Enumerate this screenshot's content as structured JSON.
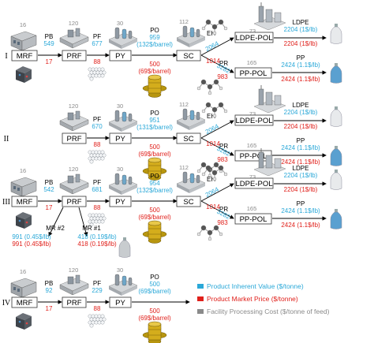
{
  "colors": {
    "inherent": "#2aa8d8",
    "market": "#e0201b",
    "processing": "#8a8a8a"
  },
  "icons": [
    "building-icon",
    "bale-icon",
    "pellet-pile-icon",
    "factory-icon",
    "oil-barrel-icon",
    "molecule-icon",
    "refinery-icon",
    "bottle-icon"
  ],
  "rows": [
    {
      "roman": "I",
      "mrf": {
        "label": "MRF",
        "cost": "16"
      },
      "pb": {
        "label": "PB",
        "value": "549",
        "market": "17"
      },
      "prf": {
        "label": "PRF",
        "cost": "120"
      },
      "pf": {
        "label": "PF",
        "value": "677",
        "market": "88"
      },
      "py": {
        "label": "PY",
        "cost": "30"
      },
      "po": {
        "label": "PO",
        "value": "959",
        "value_note": "(132$/barrel)",
        "market": "500",
        "market_note": "(69$/barrel)"
      },
      "sc": {
        "label": "SC",
        "cost": "112"
      },
      "eh": {
        "label": "EH",
        "value": "2064",
        "market": "1014"
      },
      "pr": {
        "label": "PR",
        "value": "3282",
        "market": "983"
      },
      "ldpe": {
        "label": "LDPE-POL",
        "cost": "73",
        "product": "LDPE",
        "value": "2204 (1$/lb)",
        "market": "2204 (1$/lb)"
      },
      "pp": {
        "label": "PP-POL",
        "cost": "165",
        "product": "PP",
        "value": "2424 (1.1$/lb)",
        "market": "2424 (1.1$/lb)"
      }
    },
    {
      "roman": "II",
      "prf": {
        "label": "PRF",
        "cost": "120"
      },
      "pf": {
        "label": "PF",
        "value": "670",
        "market": "88"
      },
      "py": {
        "label": "PY",
        "cost": "30"
      },
      "po": {
        "label": "PO",
        "value": "951",
        "value_note": "(131$/barrel)",
        "market": "500",
        "market_note": "(69$/barrel)"
      },
      "sc": {
        "label": "SC",
        "cost": "112"
      },
      "eh": {
        "label": "EH",
        "value": "2064",
        "market": "1014"
      },
      "pr": {
        "label": "PR",
        "value": "3282",
        "market": "983"
      },
      "ldpe": {
        "label": "LDPE-POL",
        "cost": "73",
        "product": "LDPE",
        "value": "2204 (1$/lb)",
        "market": "2204 (1$/lb)"
      },
      "pp": {
        "label": "PP-POL",
        "cost": "165",
        "product": "PP",
        "value": "2424 (1.1$/lb)",
        "market": "2424 (1.1$/lb)"
      }
    },
    {
      "roman": "III",
      "mrf": {
        "label": "MRF",
        "cost": "16"
      },
      "pb": {
        "label": "PB",
        "value": "542",
        "market": "17"
      },
      "prf": {
        "label": "PRF",
        "cost": "120"
      },
      "pf": {
        "label": "PF",
        "value": "681",
        "market": "88"
      },
      "py": {
        "label": "PY",
        "cost": "30"
      },
      "po": {
        "label": "PO",
        "value": "954",
        "value_note": "(132$/barrel)",
        "market": "500",
        "market_note": "(69$/barrel)"
      },
      "sc": {
        "label": "SC",
        "cost": "112"
      },
      "eh": {
        "label": "EH",
        "value": "2064",
        "market": "1014"
      },
      "pr": {
        "label": "PR",
        "value": "3282",
        "market": "983"
      },
      "ldpe": {
        "label": "LDPE-POL",
        "cost": "73",
        "product": "LDPE",
        "value": "2204 (1$/lb)",
        "market": "2204 (1$/lb)"
      },
      "pp": {
        "label": "PP-POL",
        "cost": "165",
        "product": "PP",
        "value": "2424 (1.1$/lb)",
        "market": "2424 (1.1$/lb)"
      },
      "mr2": {
        "label": "MR #2",
        "value": "991 (0.45$/lb)",
        "market": "991 (0.45$/lb)"
      },
      "mr1": {
        "label": "MR #1",
        "value": "418 (0.19$/lb)",
        "market": "418 (0.19$/lb)"
      }
    },
    {
      "roman": "IV",
      "mrf": {
        "label": "MRF",
        "cost": "16"
      },
      "pb": {
        "label": "PB",
        "value": "92",
        "market": "17"
      },
      "prf": {
        "label": "PRF",
        "cost": "120"
      },
      "pf": {
        "label": "PF",
        "value": "229",
        "market": "88"
      },
      "py": {
        "label": "PY",
        "cost": "30"
      },
      "po": {
        "label": "PO",
        "value": "500",
        "value_note": "(69$/barrel)",
        "market": "500",
        "market_note": "(69$/barrel)"
      }
    }
  ],
  "legend": [
    {
      "label": "Product Inherent Value ($/tonne)",
      "color": "#2aa8d8"
    },
    {
      "label": "Product Market Price ($/tonne)",
      "color": "#e0201b"
    },
    {
      "label": "Facility Processing Cost ($/tonne of feed)",
      "color": "#8a8a8a"
    }
  ]
}
